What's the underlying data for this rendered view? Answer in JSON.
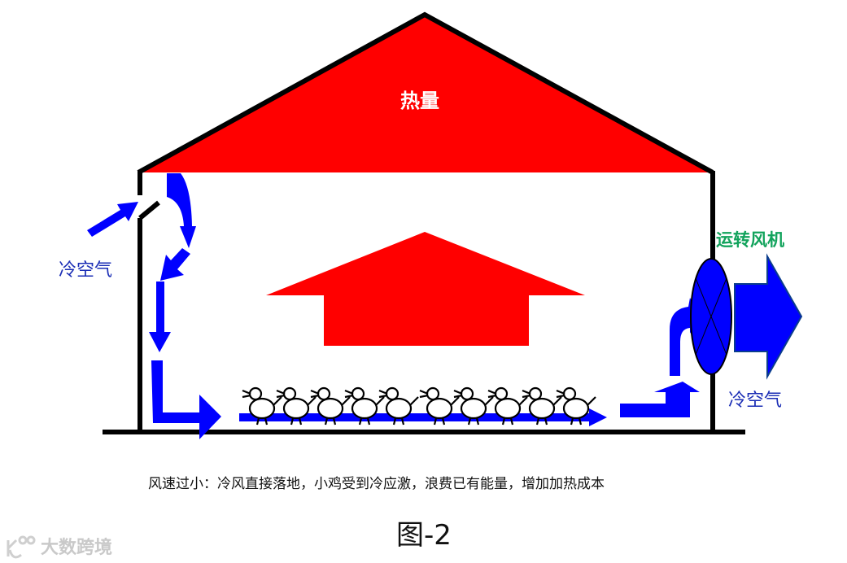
{
  "diagram": {
    "roof_label": "热量",
    "inlet_label": "冷空气",
    "fan_label": "运转风机",
    "outlet_label": "冷空气",
    "caption": "风速过小：冷风直接落地，小鸡受到冷应激，浪费已有能量，增加加热成本",
    "figure_title": "图-2",
    "watermark": "大数跨境",
    "chick_count": 10,
    "colors": {
      "heat": "#ff0000",
      "air": "#0000ff",
      "wall": "#000000",
      "fan_label": "#12a35c",
      "cold_label": "#1a2db5"
    }
  }
}
